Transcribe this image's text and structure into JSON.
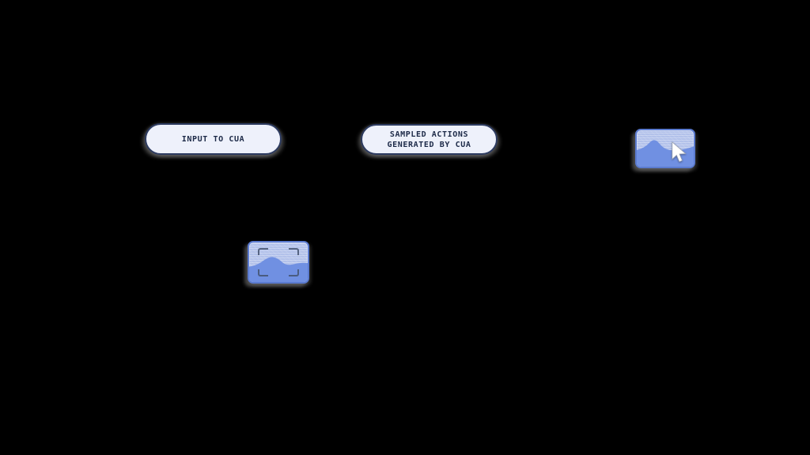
{
  "diagram": {
    "input_pill": {
      "label": "INPUT TO CUA"
    },
    "sampled_pill": {
      "line1": "SAMPLED ACTIONS",
      "line2": "GENERATED BY CUA"
    },
    "colors": {
      "background": "#000000",
      "pill_fill": "#eef1fb",
      "pill_border": "#2d3b60",
      "pill_text": "#1c2947",
      "thumb_border": "#5b7bd0",
      "thumb_sky": "#b2c1ea",
      "thumb_wave": "#7090e2",
      "bracket": "#44536f",
      "shadow": "#808080"
    }
  }
}
